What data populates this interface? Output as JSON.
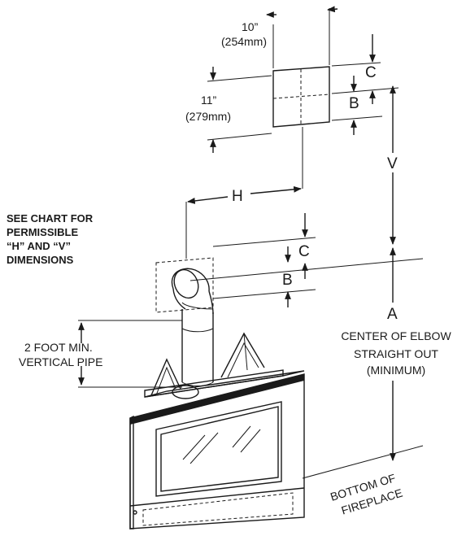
{
  "dimensions": {
    "width_in": "10”",
    "width_mm": "(254mm)",
    "height_in": "11”",
    "height_mm": "(279mm)"
  },
  "letters": {
    "c": "C",
    "b": "B",
    "v": "V",
    "h": "H",
    "a": "A"
  },
  "note": {
    "line1": "SEE CHART FOR",
    "line2": "PERMISSIBLE",
    "line3": "“H” AND “V”",
    "line4": "DIMENSIONS"
  },
  "pipe_note": {
    "line1": "2 FOOT MIN.",
    "line2": "VERTICAL PIPE"
  },
  "elbow_note": {
    "line1": "CENTER OF ELBOW",
    "line2": "STRAIGHT OUT",
    "line3": "(MINIMUM)"
  },
  "bottom_note": {
    "line1": "BOTTOM OF",
    "line2": "FIREPLACE"
  }
}
